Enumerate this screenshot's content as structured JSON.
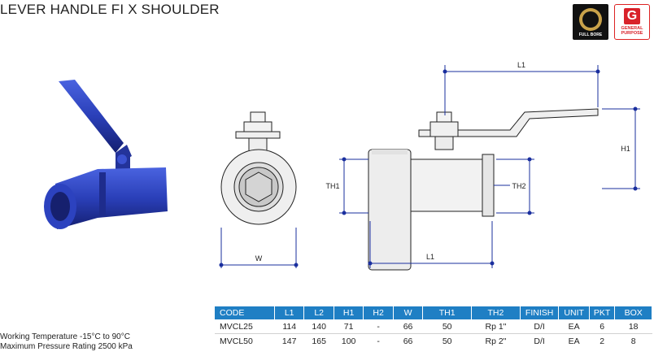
{
  "title": "LEVER HANDLE FI X SHOULDER",
  "badges": {
    "full_bore": "FULL BORE",
    "general_letter": "G",
    "general_text": "GENERAL PURPOSE"
  },
  "dimensions": {
    "l1_top": "L1",
    "h1": "H1",
    "th1": "TH1",
    "th2": "TH2",
    "w": "W",
    "l1_bottom": "L1"
  },
  "specs": {
    "working_temperature": "Working Temperature  -15°C to 90°C",
    "max_pressure": "Maximum Pressure Rating  2500 kPa"
  },
  "table": {
    "headers": [
      "CODE",
      "L1",
      "L2",
      "H1",
      "H2",
      "W",
      "TH1",
      "TH2",
      "FINISH",
      "UNIT",
      "PKT",
      "BOX"
    ],
    "rows": [
      [
        "MVCL25",
        "114",
        "140",
        "71",
        "-",
        "66",
        "50",
        "Rp 1\"",
        "D/I",
        "EA",
        "6",
        "18"
      ],
      [
        "MVCL50",
        "147",
        "165",
        "100",
        "-",
        "66",
        "50",
        "Rp 2\"",
        "D/I",
        "EA",
        "2",
        "8"
      ]
    ]
  },
  "colors": {
    "header_blue": "#1f7fc4",
    "valve_blue": "#2a3fb8",
    "dimension_blue": "#1a2f9e"
  }
}
